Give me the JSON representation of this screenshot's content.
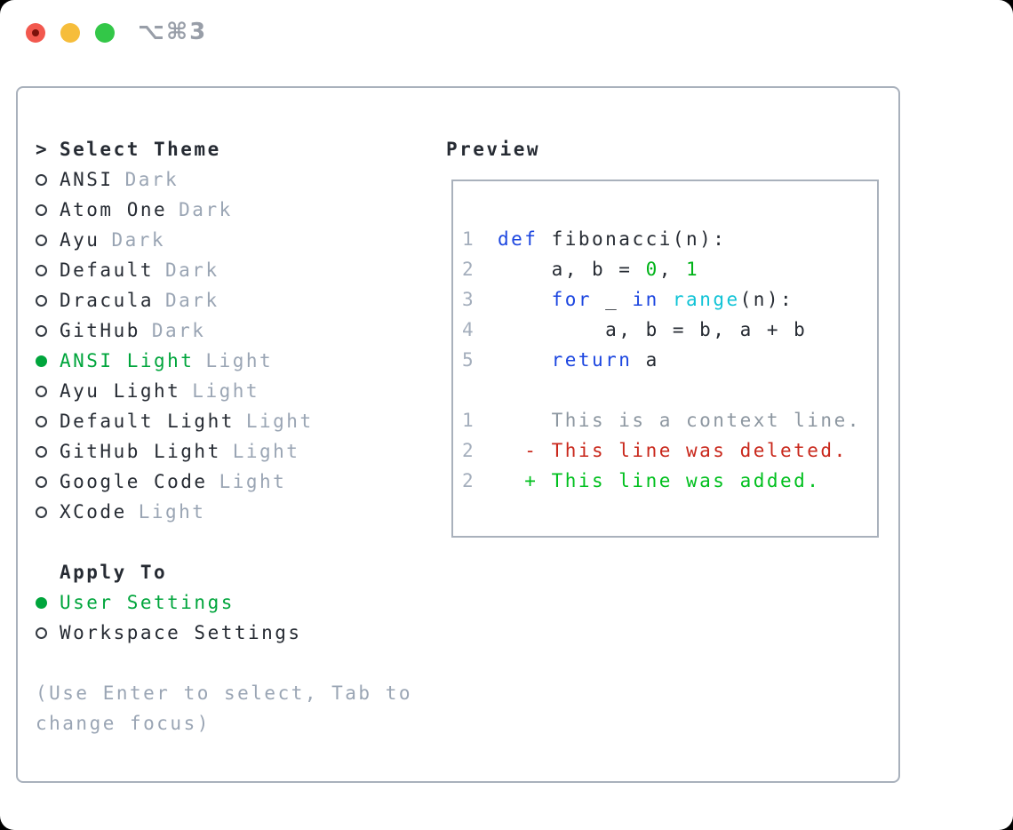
{
  "titlebar": {
    "shortcut": "⌥⌘3",
    "buttons": [
      "close",
      "minimize",
      "zoom"
    ]
  },
  "theme_panel": {
    "header_prefix": ">",
    "header": "Select Theme",
    "items": [
      {
        "name": "ANSI",
        "variant": "Dark",
        "selected": false
      },
      {
        "name": "Atom One",
        "variant": "Dark",
        "selected": false
      },
      {
        "name": "Ayu",
        "variant": "Dark",
        "selected": false
      },
      {
        "name": "Default",
        "variant": "Dark",
        "selected": false
      },
      {
        "name": "Dracula",
        "variant": "Dark",
        "selected": false
      },
      {
        "name": "GitHub",
        "variant": "Dark",
        "selected": false
      },
      {
        "name": "ANSI Light",
        "variant": "Light",
        "selected": true
      },
      {
        "name": "Ayu Light",
        "variant": "Light",
        "selected": false
      },
      {
        "name": "Default Light",
        "variant": "Light",
        "selected": false
      },
      {
        "name": "GitHub Light",
        "variant": "Light",
        "selected": false
      },
      {
        "name": "Google Code",
        "variant": "Light",
        "selected": false
      },
      {
        "name": "XCode",
        "variant": "Light",
        "selected": false
      }
    ]
  },
  "apply_panel": {
    "header": "Apply To",
    "items": [
      {
        "label": "User Settings",
        "selected": true
      },
      {
        "label": "Workspace Settings",
        "selected": false
      }
    ]
  },
  "help_text": [
    "(Use Enter to select, Tab to",
    "change focus)"
  ],
  "preview": {
    "header": "Preview",
    "code_lines": [
      {
        "num": "1",
        "tokens": [
          {
            "t": "def",
            "c": "kw"
          },
          {
            "t": " fibonacci(n):",
            "c": "fg"
          }
        ]
      },
      {
        "num": "2",
        "tokens": [
          {
            "t": "    a, b = ",
            "c": "fg"
          },
          {
            "t": "0",
            "c": "lit"
          },
          {
            "t": ", ",
            "c": "fg"
          },
          {
            "t": "1",
            "c": "lit"
          }
        ]
      },
      {
        "num": "3",
        "tokens": [
          {
            "t": "    ",
            "c": "fg"
          },
          {
            "t": "for",
            "c": "kw"
          },
          {
            "t": " _ ",
            "c": "fg"
          },
          {
            "t": "in",
            "c": "kw"
          },
          {
            "t": " ",
            "c": "fg"
          },
          {
            "t": "range",
            "c": "builtin"
          },
          {
            "t": "(n):",
            "c": "fg"
          }
        ]
      },
      {
        "num": "4",
        "tokens": [
          {
            "t": "        a, b = b, a + b",
            "c": "fg"
          }
        ]
      },
      {
        "num": "5",
        "tokens": [
          {
            "t": "    ",
            "c": "fg"
          },
          {
            "t": "return",
            "c": "kw"
          },
          {
            "t": " a",
            "c": "fg"
          }
        ]
      },
      {
        "num": "",
        "tokens": []
      },
      {
        "num": "1",
        "tokens": [
          {
            "t": "    This is a context line.",
            "c": "ctx"
          }
        ]
      },
      {
        "num": "2",
        "tokens": [
          {
            "t": "  - This line was deleted.",
            "c": "del"
          }
        ]
      },
      {
        "num": "2",
        "tokens": [
          {
            "t": "  + This line was added.",
            "c": "add"
          }
        ]
      }
    ]
  },
  "colors": {
    "text": "#262b33",
    "muted": "#9aa5b4",
    "context": "#8d97a1",
    "lineno": "#a4aebc",
    "border": "#a9b1bc",
    "keyword": "#1c46e0",
    "builtin": "#10c3d6",
    "literal": "#00b318",
    "added": "#00c01e",
    "deleted": "#c9281c",
    "selected": "#00a53c",
    "shortcut": "#989ea8",
    "traffic_red": "#f2584e",
    "traffic_red_dot": "#7b110b",
    "traffic_yellow": "#f6bd3b",
    "traffic_green": "#33c748"
  }
}
